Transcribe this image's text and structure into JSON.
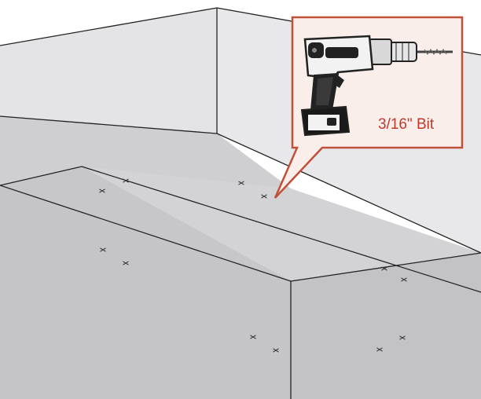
{
  "callout": {
    "label": "3/16\" Bit",
    "tool_icon": "cordless-drill-icon",
    "border_color": "#c0503a",
    "background_color": "#faeeea",
    "label_color": "#c0392b"
  },
  "colors": {
    "back_wall": "#e4e4e6",
    "front_face": "#c8c8ca",
    "right_face": "#c4c4c6",
    "top_face": "#d6d6d8",
    "edge": "#222222"
  },
  "drill_marks": {
    "count": 12,
    "symbol": "x"
  }
}
